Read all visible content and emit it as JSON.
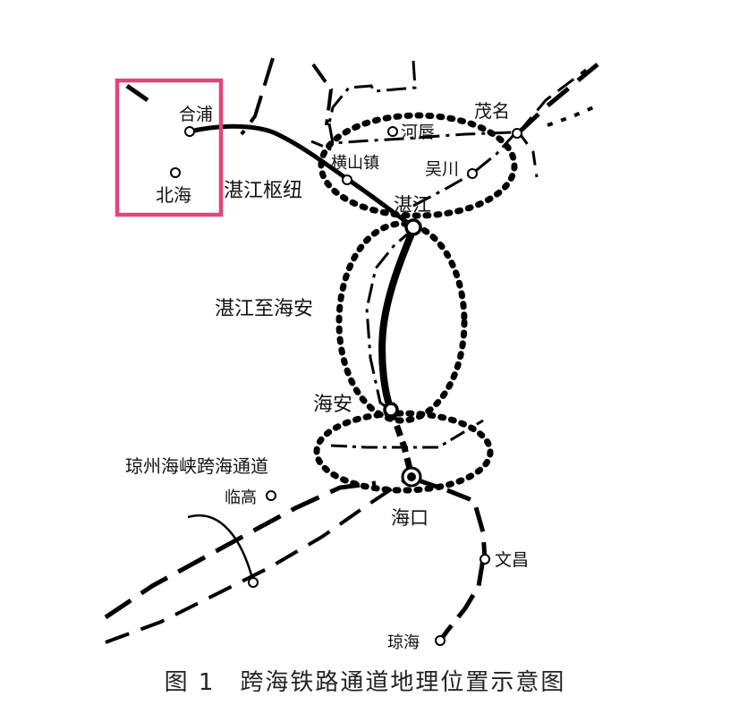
{
  "labels": {
    "hepu": "合浦",
    "beihai": "北海",
    "zhanjiang_hub": "湛江枢纽",
    "hengshan": "横山镇",
    "hechun": "河唇",
    "maoming": "茂名",
    "wuchuan": "吴川",
    "zhanjiang": "湛江",
    "zhanjiang_haian": "湛江至海安",
    "haian": "海安",
    "qiongzhou_strait": "琼州海峡跨海通道",
    "lingao": "临高",
    "haikou": "海口",
    "wenchang": "文昌",
    "qionghai": "琼海"
  },
  "caption": "图 1　跨海铁路通道地理位置示意图",
  "colors": {
    "line": "#000000",
    "highlight": "#e0457b",
    "background": "#ffffff"
  }
}
